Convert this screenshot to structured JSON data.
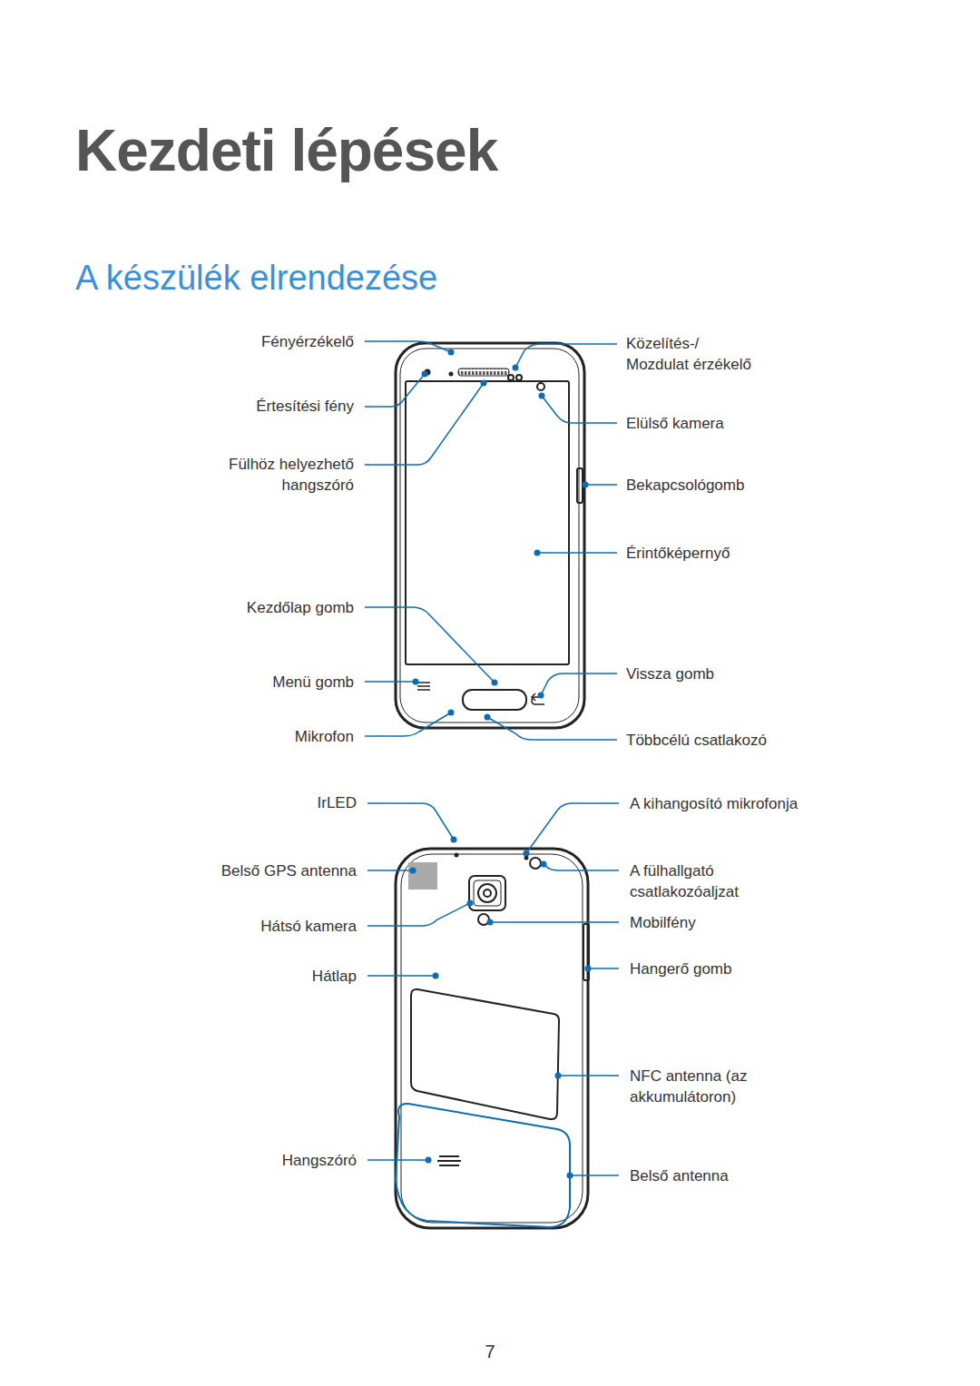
{
  "diagram": {
    "title": "Kezdeti lépések",
    "labels": [
      "A készülék elrendezése",
      "Fényérzékelő",
      "Értesítési fény",
      "Fülhöz helyezhető hangszóró",
      "Kezdőlap gomb",
      "Menü gomb",
      "Mikrofon",
      "Közelítés-/ Mozdulat érzékelő",
      "Elülső kamera",
      "Bekapcsológomb",
      "Érintőképernyő",
      "Vissza gomb",
      "Többcélú csatlakozó",
      "IrLED",
      "Belső GPS antenna",
      "Hátsó kamera",
      "Hátlap",
      "Hangszóró",
      "A kihangosító mikrofonja",
      "A fülhallgató csatlakozóaljzat",
      "Mobilfény",
      "Hangerő gomb",
      "NFC antenna (az akkumulátoron)",
      "Belső antenna",
      "7"
    ]
  }
}
